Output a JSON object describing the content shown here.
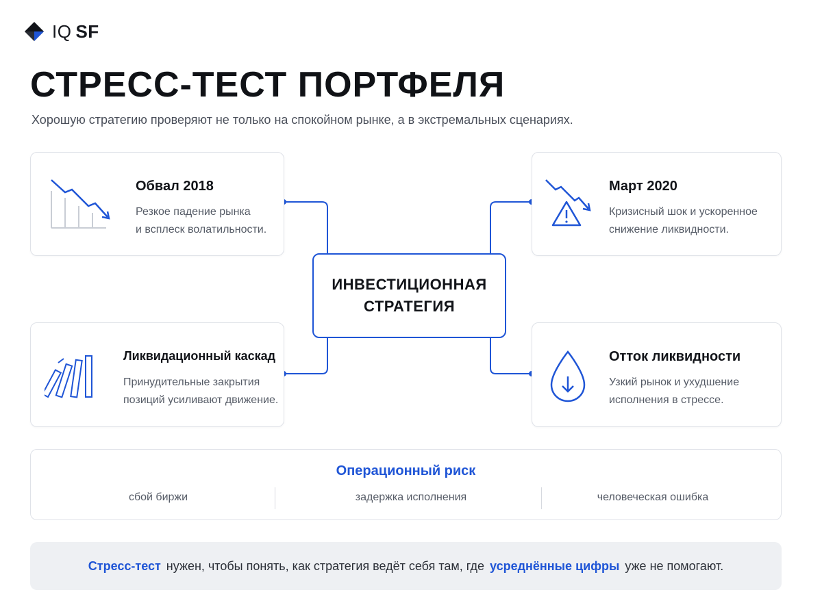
{
  "brand": {
    "prefix": "IQ",
    "suffix": "SF"
  },
  "title": "СТРЕСС-ТЕСТ ПОРТФЕЛЯ",
  "subtitle": "Хорошую стратегию проверяют не только на спокойном рынке, а в экстремальных сценариях.",
  "center": {
    "line1": "ИНВЕСТИЦИОННАЯ",
    "line2": "СТРАТЕГИЯ"
  },
  "scenarios": [
    {
      "title": "Обвал 2018",
      "desc1": "Резкое падение рынка",
      "desc2": "и всплеск волатильности.",
      "icon": "falling-chart-icon"
    },
    {
      "title": "Март 2020",
      "desc1": "Кризисный шок и ускоренное",
      "desc2": "снижение ликвидности.",
      "icon": "warning-trend-icon"
    },
    {
      "title": "Ликвидационный каскад",
      "desc1": "Принудительные закрытия",
      "desc2": "позиций усиливают движение.",
      "icon": "domino-bars-icon"
    },
    {
      "title": "Отток ликвидности",
      "desc1": "Узкий рынок и ухудшение",
      "desc2": "исполнения в стрессе.",
      "icon": "drop-arrow-icon"
    }
  ],
  "operational_risk": {
    "title": "Операционный риск",
    "items": [
      "сбой биржи",
      "задержка исполнения",
      "человеческая ошибка"
    ]
  },
  "note": {
    "accent1": "Стресс-тест",
    "text1": "нужен, чтобы понять, как стратегия ведёт себя там, где",
    "accent2": "усреднённые цифры",
    "text2": "уже не помогают."
  },
  "colors": {
    "accent": "#1f55d6",
    "text": "#121419",
    "muted": "#555b66",
    "border": "#dfe2e8",
    "note_bg": "#eef0f3"
  }
}
